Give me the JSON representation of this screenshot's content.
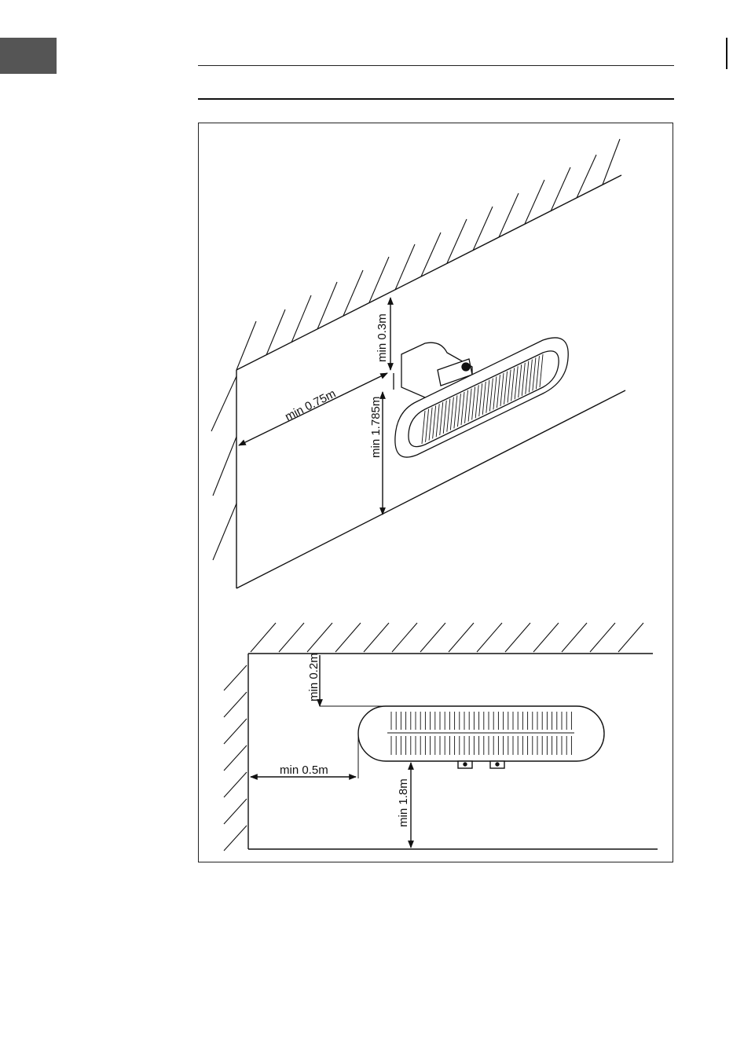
{
  "colors": {
    "ink": "#111111",
    "tab": "#555555",
    "paper": "#ffffff"
  },
  "figure_top": {
    "dim_ceiling": "min 0.3m",
    "dim_side_wall": "min 0.75m",
    "dim_floor": "min 1.785m"
  },
  "figure_bottom": {
    "dim_ceiling": "min 0.2m",
    "dim_side_wall": "min 0.5m",
    "dim_floor": "min 1.8m"
  }
}
